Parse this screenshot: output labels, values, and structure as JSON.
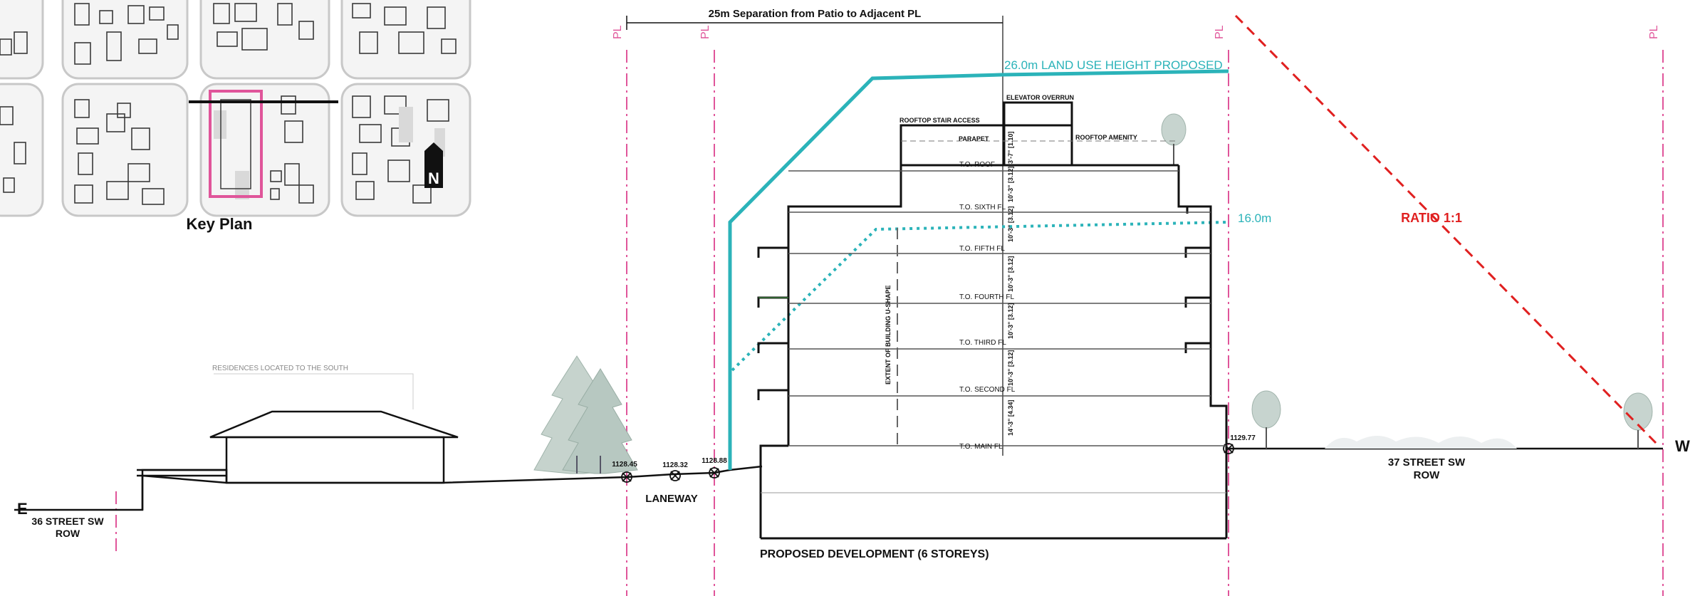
{
  "key_plan": {
    "label": "Key Plan",
    "north": "N"
  },
  "dimension": {
    "separation": "25m Separation from Patio to Adjacent PL"
  },
  "property_line_label": "PL",
  "height_lines": {
    "proposed": "26.0m LAND USE HEIGHT PROPOSED",
    "existing": "16.0m"
  },
  "ratio_label": "RATIO 1:1",
  "building": {
    "caption": "PROPOSED DEVELOPMENT (6 STOREYS)",
    "rooftop_stair": "ROOFTOP STAIR ACCESS",
    "elevator": "ELEVATOR OVERRUN",
    "rooftop_amenity": "ROOFTOP AMENITY",
    "parapet": "PARAPET",
    "extent_note": "EXTENT OF BUILDING U-SHAPE",
    "levels": {
      "roof": "T.O. ROOF",
      "sixth": "T.O. SIXTH FL",
      "fifth": "T.O. FIFTH FL",
      "fourth": "T.O. FOURTH FL",
      "third": "T.O. THIRD FL",
      "second": "T.O. SECOND FL",
      "main": "T.O. MAIN FL"
    },
    "heights": {
      "parapet": "3'-7\" [1.10]",
      "roof": "10'-3\" [3.12]",
      "sixth": "10'-3\" [3.12]",
      "fifth": "10'-3\" [3.12]",
      "fourth": "10'-3\" [3.12]",
      "third": "10'-3\" [3.12]",
      "main": "14'-3\" [4.34]"
    }
  },
  "elevations": {
    "e1": "1128.45",
    "e2": "1128.32",
    "e3": "1128.88",
    "e4": "1129.77"
  },
  "labels": {
    "residences": "RESIDENCES LOCATED TO THE SOUTH",
    "laneway": "LANEWAY",
    "east": "E",
    "west": "W",
    "street_east_1": "36 STREET SW",
    "street_east_2": "ROW",
    "street_west_1": "37 STREET SW",
    "street_west_2": "ROW"
  },
  "colors": {
    "teal": "#2bb3b9",
    "pink": "#e0559a",
    "red": "#e02020"
  }
}
